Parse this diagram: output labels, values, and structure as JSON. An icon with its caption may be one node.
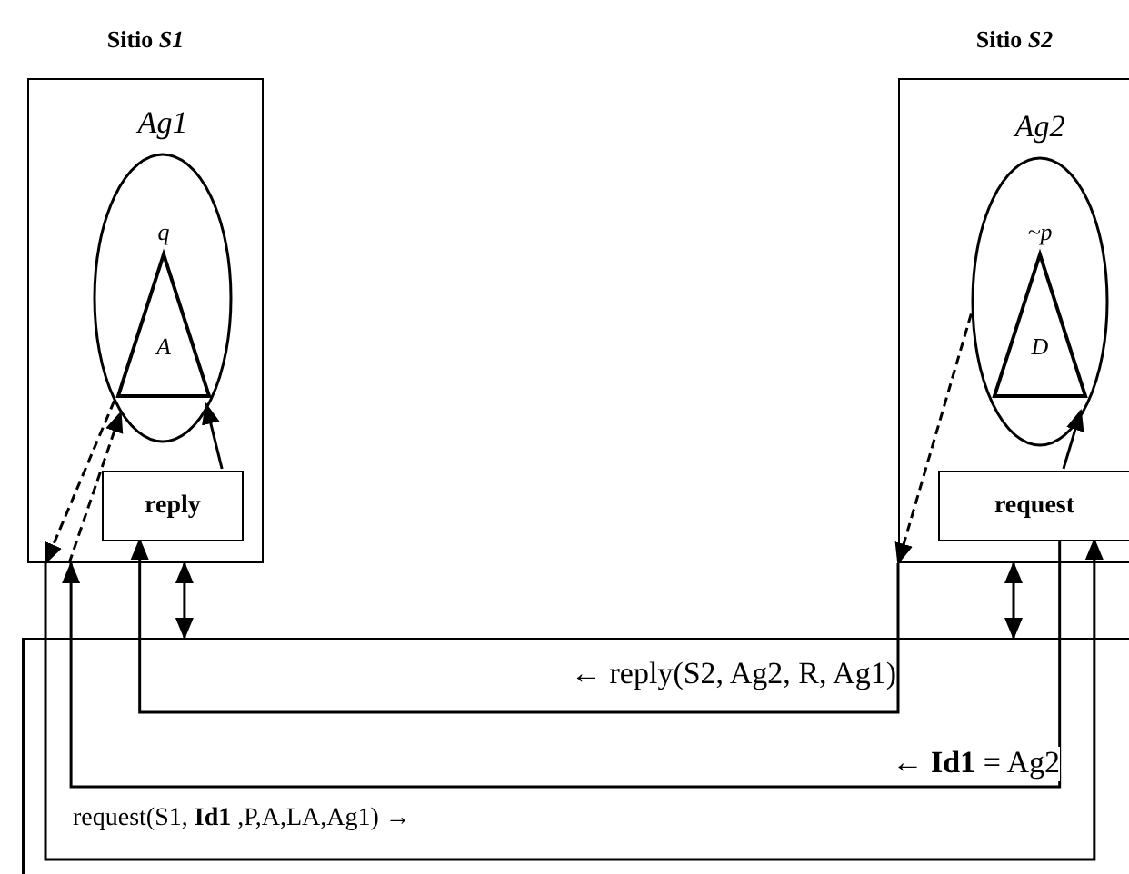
{
  "diagram": {
    "nodes": [
      {
        "text": [
          "Sitio *S1*"
        ]
      },
      {
        "text": [
          "Ag1"
        ],
        "in": 0
      },
      {
        "text": [
          "q",
          "A"
        ],
        "in": 1
      },
      {
        "text": [
          "reply"
        ],
        "in": 0
      },
      {
        "text": [
          "Sitio *S2*"
        ]
      },
      {
        "text": [
          "Ag2"
        ],
        "in": 4
      },
      {
        "text": [
          "~p",
          "D"
        ],
        "in": 5
      },
      {
        "text": [
          "request"
        ],
        "in": 4
      },
      {
        "text": [],
        "shape": "bar"
      }
    ],
    "edges": [
      {
        "from": 3,
        "to": 1,
        "arrow": "to"
      },
      {
        "from": 1,
        "to": 0,
        "arrow": "to",
        "style": "dashed"
      },
      {
        "from": 0,
        "to": 1,
        "arrow": "to",
        "style": "dashed"
      },
      {
        "from": 0,
        "to": 8,
        "arrow": "both"
      },
      {
        "from": 7,
        "to": 5,
        "arrow": "to"
      },
      {
        "from": 5,
        "to": 4,
        "arrow": "to",
        "style": "dashed"
      },
      {
        "from": 4,
        "to": 8,
        "arrow": "both"
      },
      {
        "from": 4,
        "to": 3,
        "arrow": "to",
        "label": "← reply(S2, Ag2, R, Ag1)"
      },
      {
        "from": 7,
        "to": 0,
        "arrow": "to",
        "label": "← **Id1** = Ag2"
      },
      {
        "from": 0,
        "to": 7,
        "arrow": "to",
        "label": "request(S1, **Id1** ,P,A,LA,Ag1) →"
      }
    ]
  }
}
